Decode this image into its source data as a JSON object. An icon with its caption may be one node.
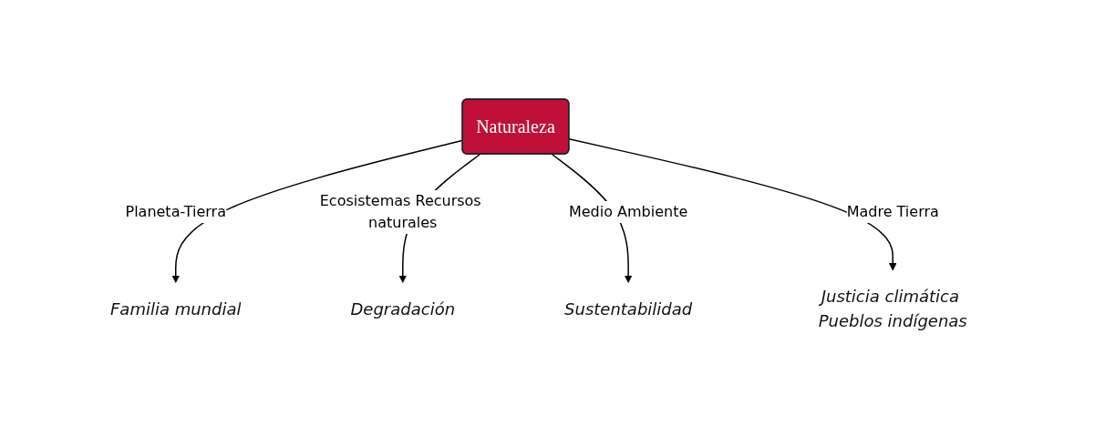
{
  "diagram": {
    "nodes": [
      {
        "text": [
          "Familia mundial"
        ]
      },
      {
        "text": [
          "Degradación"
        ]
      },
      {
        "text": [
          "Naturaleza"
        ]
      },
      {
        "text": [
          "Sustentabilidad"
        ]
      },
      {
        "text": [
          "Justicia climática Pueblos indígenas"
        ]
      }
    ],
    "edges": [
      {
        "from": 2,
        "to": 0,
        "label": "Planeta-Tierra",
        "arrow": "to"
      },
      {
        "from": 2,
        "to": 1,
        "label": "Ecosistemas Recursos naturales",
        "arrow": "to"
      },
      {
        "from": 2,
        "to": 3,
        "label": "Medio Ambiente",
        "arrow": "to"
      },
      {
        "from": 2,
        "to": 4,
        "label": "Madre Tierra",
        "arrow": "to"
      }
    ]
  }
}
